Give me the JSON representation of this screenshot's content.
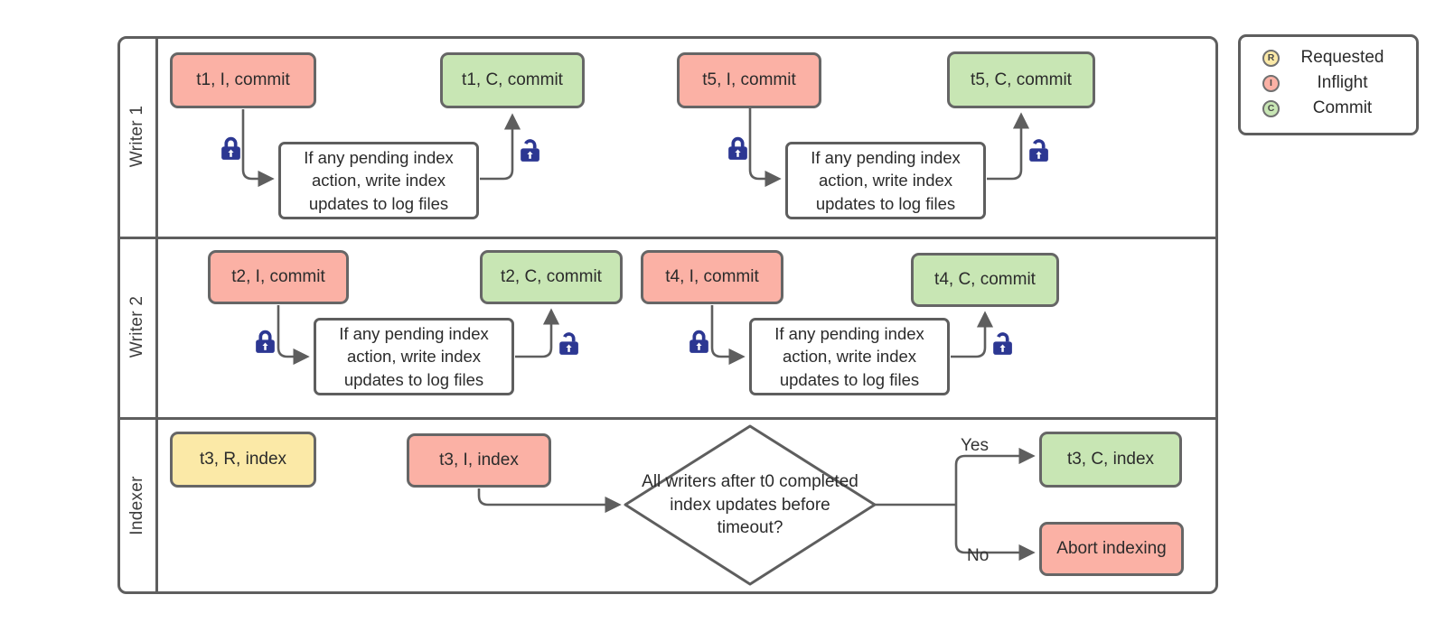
{
  "lanes": [
    {
      "label": "Writer 1"
    },
    {
      "label": "Writer 2"
    },
    {
      "label": "Indexer"
    }
  ],
  "nodes": {
    "t1_inflight": "t1, I, commit",
    "t1_commit": "t1, C, commit",
    "t5_inflight": "t5, I, commit",
    "t5_commit": "t5, C, commit",
    "t2_inflight": "t2, I, commit",
    "t2_commit": "t2, C, commit",
    "t4_inflight": "t4, I, commit",
    "t4_commit": "t4, C, commit",
    "t3_requested": "t3, R, index",
    "t3_inflight": "t3, I, index",
    "t3_commit": "t3, C, index",
    "abort": "Abort indexing"
  },
  "process_label": "If any pending index action, write index updates to log files",
  "decision": {
    "question": "All writers after t0 completed index updates before timeout?",
    "yes_label": "Yes",
    "no_label": "No"
  },
  "legend": {
    "items": [
      {
        "symbol": "R",
        "label": "Requested"
      },
      {
        "symbol": "I",
        "label": "Inflight"
      },
      {
        "symbol": "C",
        "label": "Commit"
      }
    ]
  },
  "colors": {
    "requested_fill": "#fbe9a7",
    "inflight_fill": "#fbb1a5",
    "commit_fill": "#c8e6b4",
    "shape_stroke": "#5e5e5e",
    "lock_blue": "#2c3792"
  }
}
